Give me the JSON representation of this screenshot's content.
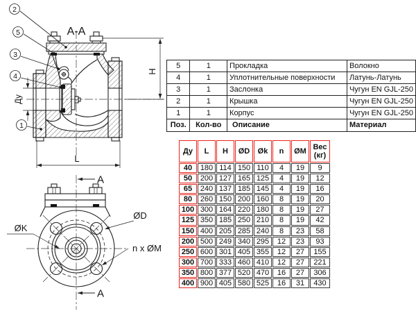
{
  "drawing": {
    "section_title": "A-A",
    "section_arrow_label": "A",
    "dim_height_label": "H",
    "dim_length_label": "L",
    "dim_bore_label": "Ду",
    "bolt_circle_label": "ØK",
    "flange_diameter_label": "ØD",
    "bolt_holes_label": "n x ØM",
    "balloons": [
      "2",
      "5",
      "3",
      "4",
      "1"
    ]
  },
  "parts_table": {
    "headers": [
      "Поз.",
      "Кол-во",
      "Описание",
      "Материал"
    ],
    "rows": [
      [
        "5",
        "1",
        "Прокладка",
        "Волокно"
      ],
      [
        "4",
        "1",
        "Уплотнительные поверхности",
        "Латунь-Латунь"
      ],
      [
        "3",
        "1",
        "Заслонка",
        "Чугун EN GJL-250"
      ],
      [
        "2",
        "1",
        "Крышка",
        "Чугун EN GJL-250"
      ],
      [
        "1",
        "1",
        "Корпус",
        "Чугун EN GJL-250"
      ]
    ]
  },
  "dimensions_table": {
    "headers": [
      "Ду",
      "L",
      "H",
      "ØD",
      "Øk",
      "n",
      "ØM",
      "Вес\n(кг)"
    ],
    "rows": [
      [
        "40",
        "180",
        "114",
        "150",
        "110",
        "4",
        "19",
        "9"
      ],
      [
        "50",
        "200",
        "127",
        "165",
        "125",
        "4",
        "19",
        "12"
      ],
      [
        "65",
        "240",
        "137",
        "185",
        "145",
        "4",
        "19",
        "16"
      ],
      [
        "80",
        "260",
        "150",
        "200",
        "160",
        "8",
        "19",
        "20"
      ],
      [
        "100",
        "300",
        "164",
        "220",
        "180",
        "8",
        "19",
        "27"
      ],
      [
        "125",
        "350",
        "185",
        "250",
        "210",
        "8",
        "19",
        "42"
      ],
      [
        "150",
        "400",
        "205",
        "285",
        "240",
        "8",
        "23",
        "58"
      ],
      [
        "200",
        "500",
        "249",
        "340",
        "295",
        "12",
        "23",
        "93"
      ],
      [
        "250",
        "600",
        "301",
        "405",
        "355",
        "12",
        "27",
        "155"
      ],
      [
        "300",
        "700",
        "333",
        "460",
        "410",
        "12",
        "27",
        "221"
      ],
      [
        "350",
        "800",
        "377",
        "520",
        "470",
        "16",
        "27",
        "306"
      ],
      [
        "400",
        "900",
        "405",
        "580",
        "525",
        "16",
        "31",
        "430"
      ]
    ]
  },
  "colors": {
    "accent_red": "#e8251d",
    "line": "#222222"
  }
}
